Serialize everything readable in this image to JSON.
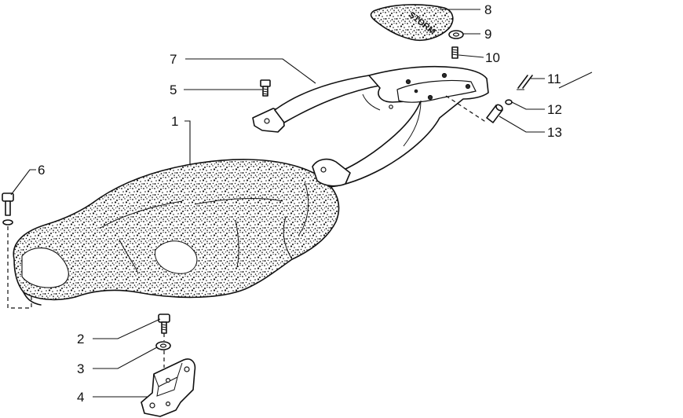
{
  "callouts": {
    "c1": "1",
    "c2": "2",
    "c3": "3",
    "c4": "4",
    "c5": "5",
    "c6": "6",
    "c7": "7",
    "c8": "8",
    "c9": "9",
    "c10": "10",
    "c11": "11",
    "c12": "12",
    "c13": "13"
  },
  "plate": {
    "lettering": "STORM"
  },
  "colors": {
    "ink": "#111111",
    "background": "#ffffff"
  }
}
